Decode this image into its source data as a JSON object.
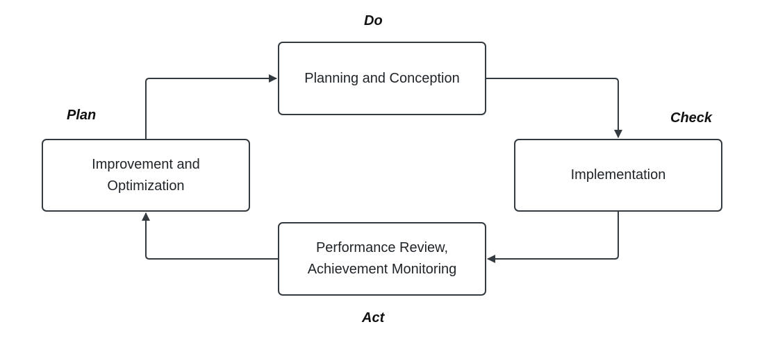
{
  "phase_labels": {
    "do": "Do",
    "check": "Check",
    "act": "Act",
    "plan": "Plan"
  },
  "steps": {
    "planning": {
      "lines": [
        "Planning and Conception"
      ]
    },
    "implementation": {
      "lines": [
        "Implementation"
      ]
    },
    "performance": {
      "lines": [
        "Performance Review,",
        "Achievement Monitoring"
      ]
    },
    "improvement": {
      "lines": [
        "Improvement and",
        "Optimization"
      ]
    }
  },
  "colors": {
    "stroke": "#333a40",
    "text": "#1e2328",
    "label": "#111111",
    "background": "#ffffff"
  }
}
